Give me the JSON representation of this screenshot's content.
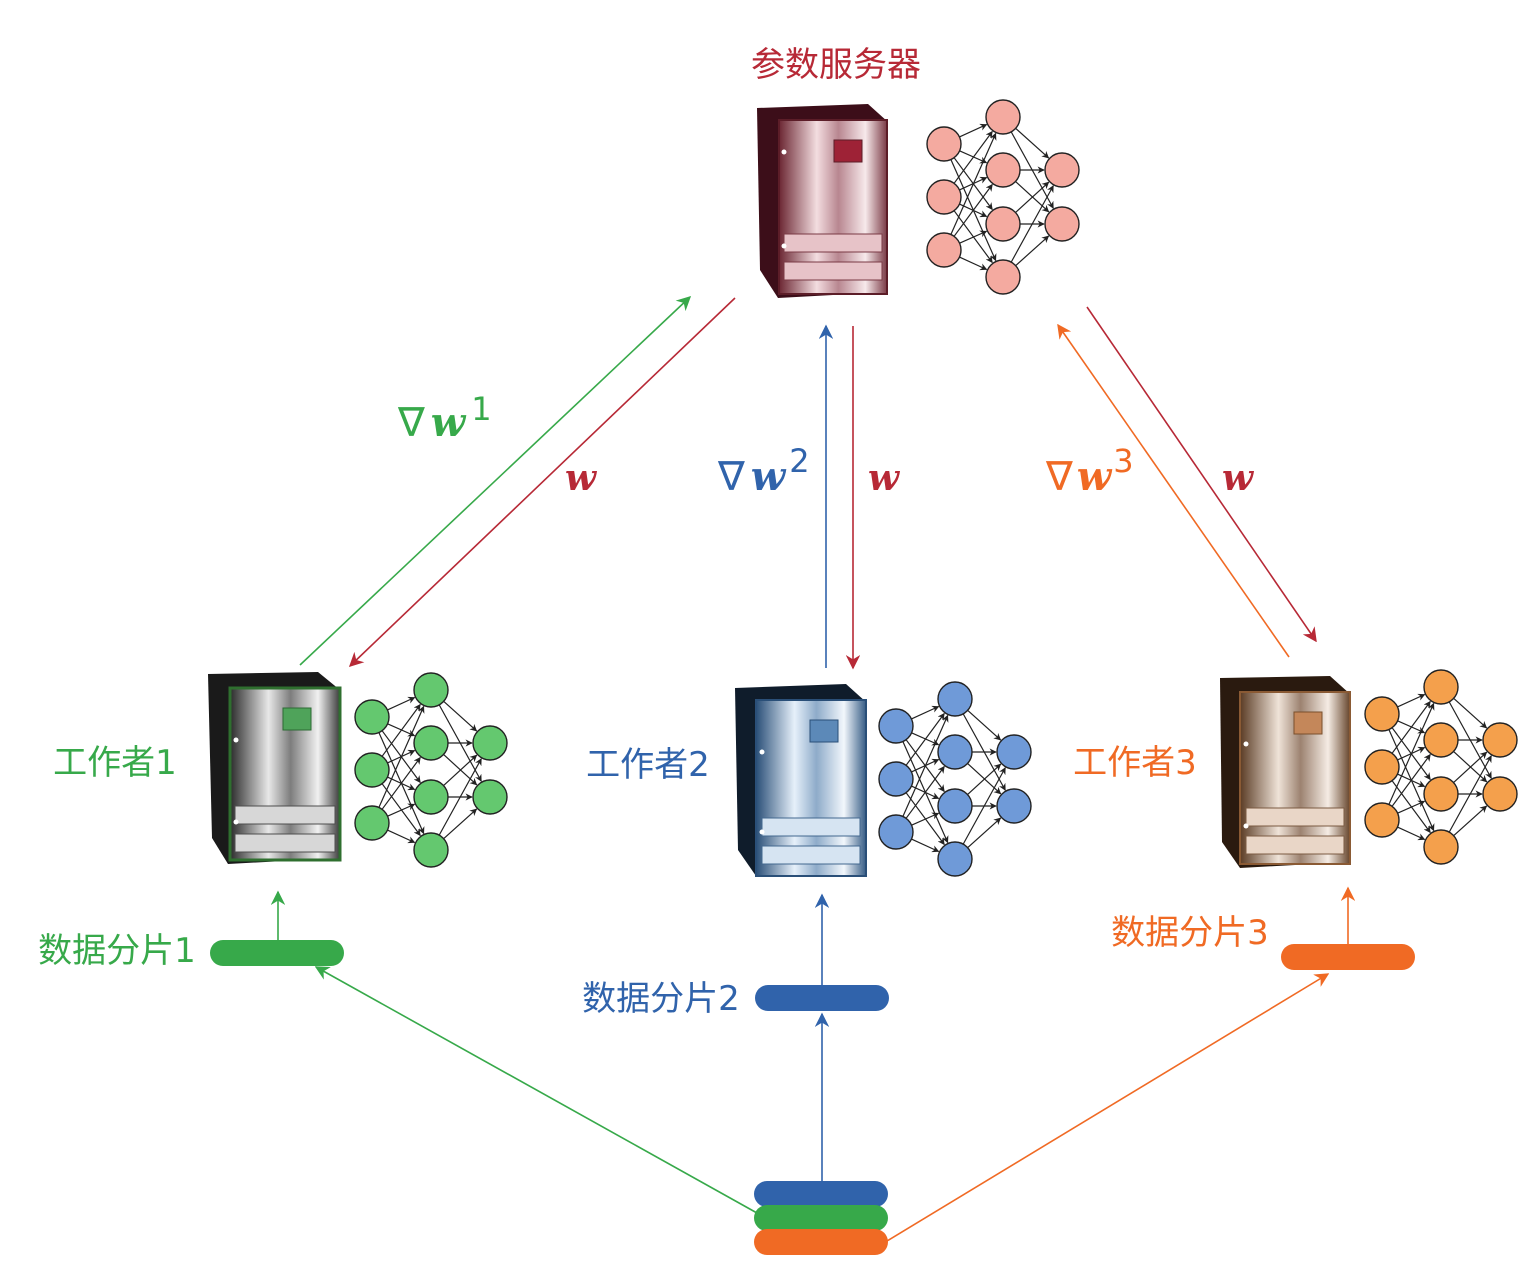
{
  "colors": {
    "server": "#b72936",
    "worker1": "#37a94a",
    "worker2": "#3063ab",
    "worker3": "#f06a24",
    "server_nodes": "#f4aaa0",
    "worker1_nodes": "#64c86f",
    "worker2_nodes": "#6f9ad8",
    "worker3_nodes": "#f4a04c"
  },
  "server": {
    "label": "参数服务器"
  },
  "workers": [
    {
      "label": "工作者1",
      "shard_label": "数据分片1",
      "grad_symbol": "∇",
      "grad_var": "w",
      "grad_sup": "1"
    },
    {
      "label": "工作者2",
      "shard_label": "数据分片2",
      "grad_symbol": "∇",
      "grad_var": "w",
      "grad_sup": "2"
    },
    {
      "label": "工作者3",
      "shard_label": "数据分片3",
      "grad_symbol": "∇",
      "grad_var": "w",
      "grad_sup": "3"
    }
  ],
  "weights_label": "w"
}
